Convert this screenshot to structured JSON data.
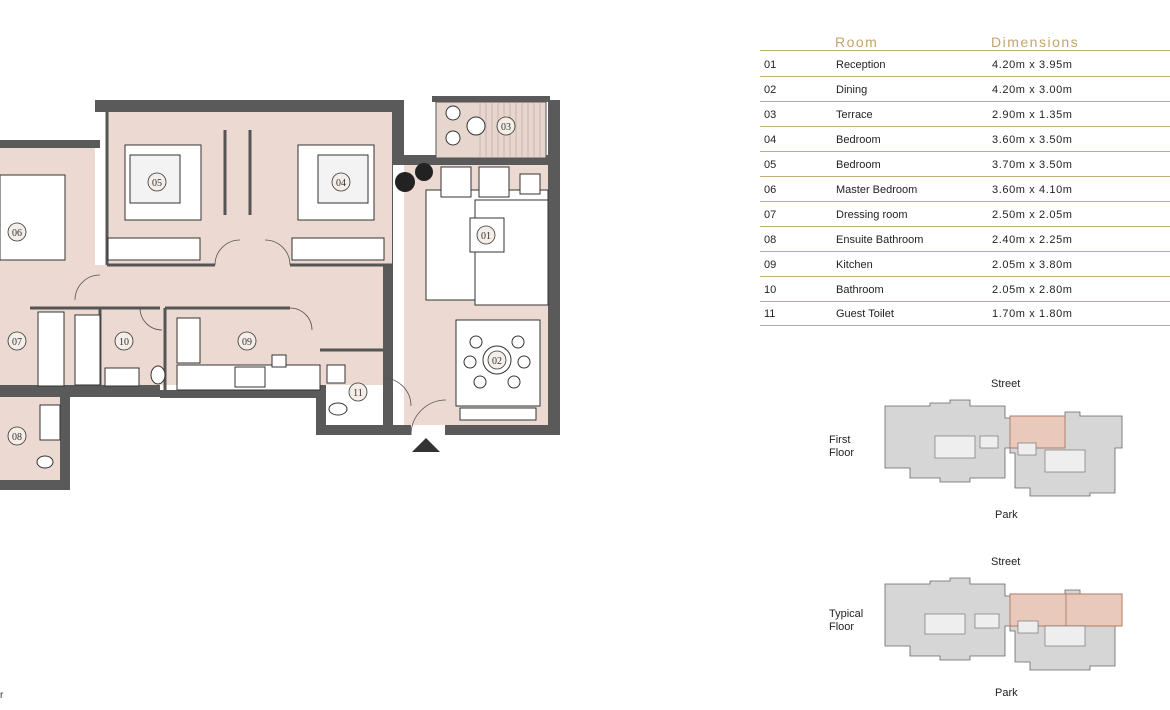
{
  "table": {
    "header_room": "Room",
    "header_dimensions": "Dimensions",
    "rows": [
      {
        "num": "01",
        "name": "Reception",
        "dim": "4.20m x 3.95m"
      },
      {
        "num": "02",
        "name": "Dining",
        "dim": "4.20m x 3.00m"
      },
      {
        "num": "03",
        "name": "Terrace",
        "dim": "2.90m x 1.35m"
      },
      {
        "num": "04",
        "name": "Bedroom",
        "dim": "3.60m x 3.50m"
      },
      {
        "num": "05",
        "name": "Bedroom",
        "dim": "3.70m x 3.50m"
      },
      {
        "num": "06",
        "name": "Master Bedroom",
        "dim": "3.60m x 4.10m"
      },
      {
        "num": "07",
        "name": "Dressing room",
        "dim": "2.50m x 2.05m"
      },
      {
        "num": "08",
        "name": "Ensuite Bathroom",
        "dim": "2.40m x 2.25m"
      },
      {
        "num": "09",
        "name": "Kitchen",
        "dim": "2.05m x 3.80m"
      },
      {
        "num": "10",
        "name": "Bathroom",
        "dim": "2.05m x 2.80m"
      },
      {
        "num": "11",
        "name": "Guest Toilet",
        "dim": "1.70m x 1.80m"
      }
    ]
  },
  "plan": {
    "room_numbers": [
      "01",
      "02",
      "03",
      "04",
      "05",
      "06",
      "07",
      "08",
      "09",
      "10",
      "11"
    ],
    "left_edge_text": "r"
  },
  "key_plans": {
    "first": {
      "street": "Street",
      "park": "Park",
      "floor_label_line1": "First",
      "floor_label_line2": "Floor"
    },
    "typical": {
      "street": "Street",
      "park": "Park",
      "floor_label_line1": "Typical",
      "floor_label_line2": "Floor"
    }
  },
  "colors": {
    "room_fill": "#ecd9d1",
    "wall": "#555555",
    "accent_gold": "#c4a46e",
    "highlight_unit": "#e9c9bb",
    "keyplan_fill": "#d6d6d6"
  }
}
